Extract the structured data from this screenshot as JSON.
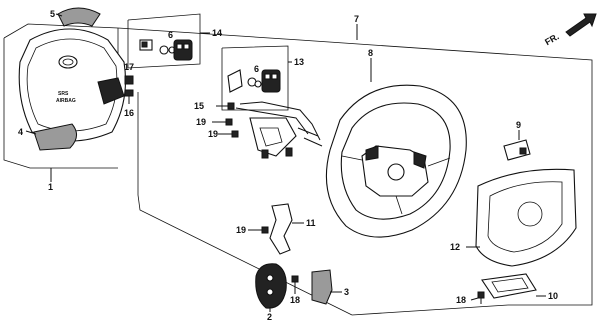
{
  "callouts": {
    "c1": "1",
    "c2": "2",
    "c3": "3",
    "c4": "4",
    "c5": "5",
    "c6a": "6",
    "c6b": "6",
    "c7": "7",
    "c8": "8",
    "c9": "9",
    "c10": "10",
    "c11": "11",
    "c12": "12",
    "c13": "13",
    "c14": "14",
    "c15": "15",
    "c16": "16",
    "c17": "17",
    "c18a": "18",
    "c18b": "18",
    "c19a": "19",
    "c19b": "19",
    "c19c": "19"
  },
  "airbag_label": "SRS\nAIRBAG",
  "direction_marker": "FR."
}
